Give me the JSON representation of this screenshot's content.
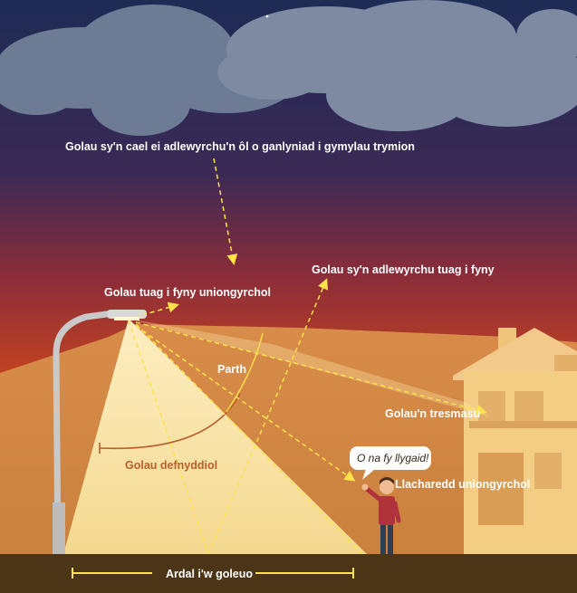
{
  "labels": {
    "reflected_clouds": "Golau sy'n cael ei adlewyrchu'n ôl o ganlyniad i gymylau trymion",
    "direct_upward": "Golau tuag i fyny uniongyrchol",
    "reflected_upward": "Golau sy'n adlewyrchu tuag i fyny",
    "zone": "Parth",
    "useful_light": "Golau defnyddiol",
    "trespass": "Golau'n tresmasu",
    "glare": "Llacharedd uniongyrchol",
    "speech": "O na fy llygaid!",
    "area_lit": "Ardal i'w goleuo"
  },
  "colors": {
    "sky_top": "#1f2d57",
    "sky_bottom": "#b03a22",
    "light_beam": "#f8e5a6",
    "arrow": "#ffe34a",
    "useful_arc": "#b85f2b",
    "ground": "#4a3415",
    "house": "#f2c77a",
    "cloud": "#6d7a93"
  },
  "icons": [
    "street-lamp-icon",
    "house-icon",
    "person-icon",
    "cloud-icon",
    "speech-bubble-icon"
  ]
}
